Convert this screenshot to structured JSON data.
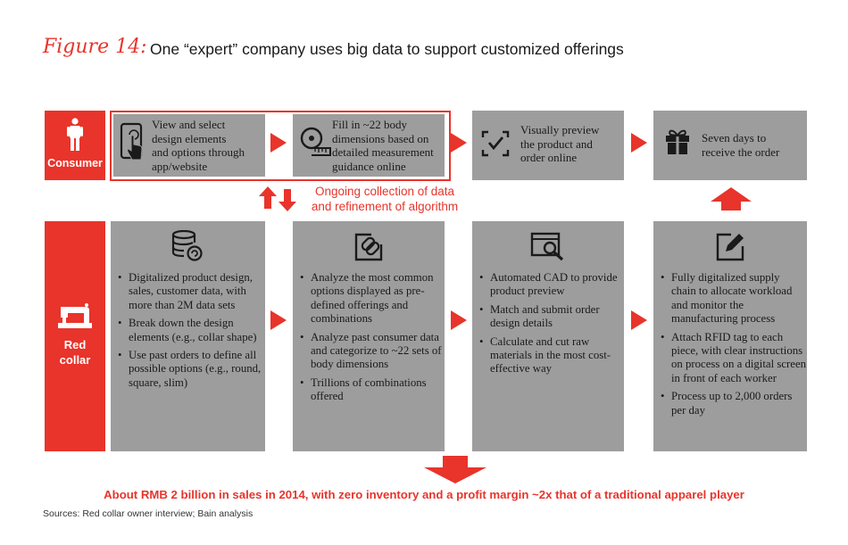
{
  "figure": {
    "label": "Figure 14:",
    "title": "One “expert” company uses big data to support customized offerings"
  },
  "rows": {
    "consumer": {
      "label": "Consumer"
    },
    "redcollar": {
      "label_line1": "Red",
      "label_line2": "collar"
    }
  },
  "consumer_steps": [
    {
      "icon": "tablet-touch-icon",
      "text_lines": [
        "View and select",
        "design elements",
        "and options through",
        "app/website"
      ]
    },
    {
      "icon": "measuring-tape-icon",
      "text_lines": [
        "Fill in ~22 body",
        "dimensions based on",
        "detailed measurement",
        "guidance online"
      ]
    },
    {
      "icon": "dashed-checkbox-icon",
      "text_lines": [
        "Visually preview",
        "the product and",
        "order online"
      ]
    },
    {
      "icon": "gift-icon",
      "text_lines": [
        "Seven days to",
        "receive the order"
      ]
    }
  ],
  "feedback": {
    "line1": "Ongoing collection of data",
    "line2": "and refinement of algorithm"
  },
  "redcollar_steps": [
    {
      "icon": "database-icon",
      "bullets": [
        "Digitalized product design, sales, customer data, with more than 2M data sets",
        "Break down the design elements (e.g., collar shape)",
        "Use past orders to define all possible options (e.g., round, square, slim)"
      ]
    },
    {
      "icon": "edit-link-icon",
      "bullets": [
        "Analyze the most common options displayed as pre-defined offerings and combinations",
        "Analyze past consumer data and categorize to ~22 sets of body dimensions",
        "Trillions of combinations offered"
      ]
    },
    {
      "icon": "search-window-icon",
      "bullets": [
        "Automated CAD to provide product preview",
        "Match and submit order design details",
        "Calculate and cut raw materials in the most cost-effective way"
      ]
    },
    {
      "icon": "pencil-square-icon",
      "bullets": [
        "Fully digitalized supply chain to allocate workload and monitor the manufacturing process",
        "Attach RFID tag to each piece, with clear instructions on process on a digital screen in front of each worker",
        "Process up to 2,000 orders per day"
      ]
    }
  ],
  "outcome": "About RMB 2 billion in sales in 2014, with zero inventory and a profit margin ~2x that of a traditional apparel player",
  "sources": "Sources: Red collar owner interview; Bain analysis",
  "colors": {
    "accent": "#e8342b",
    "box": "#9d9d9d",
    "text": "#1a1a1a"
  }
}
